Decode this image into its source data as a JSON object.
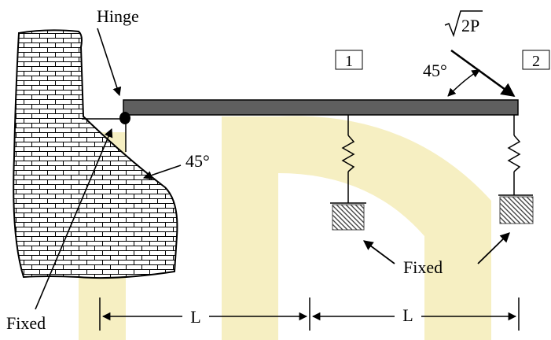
{
  "labels": {
    "hinge": "Hinge",
    "fixed_wall": "Fixed",
    "fixed_supports": "Fixed",
    "angle_wall": "45°",
    "angle_force": "45°",
    "force": "2P",
    "span_left": "L",
    "span_right": "L",
    "node_1": "1",
    "node_2": "2"
  },
  "colors": {
    "beam": "#5f5f5f",
    "watermark": "#f6efc2",
    "line": "#000000"
  },
  "icons": {
    "force_radical": "square-root-symbol",
    "hinge": "hinge-pin-icon",
    "spring": "spring-icon",
    "ground": "hatched-ground-icon"
  }
}
